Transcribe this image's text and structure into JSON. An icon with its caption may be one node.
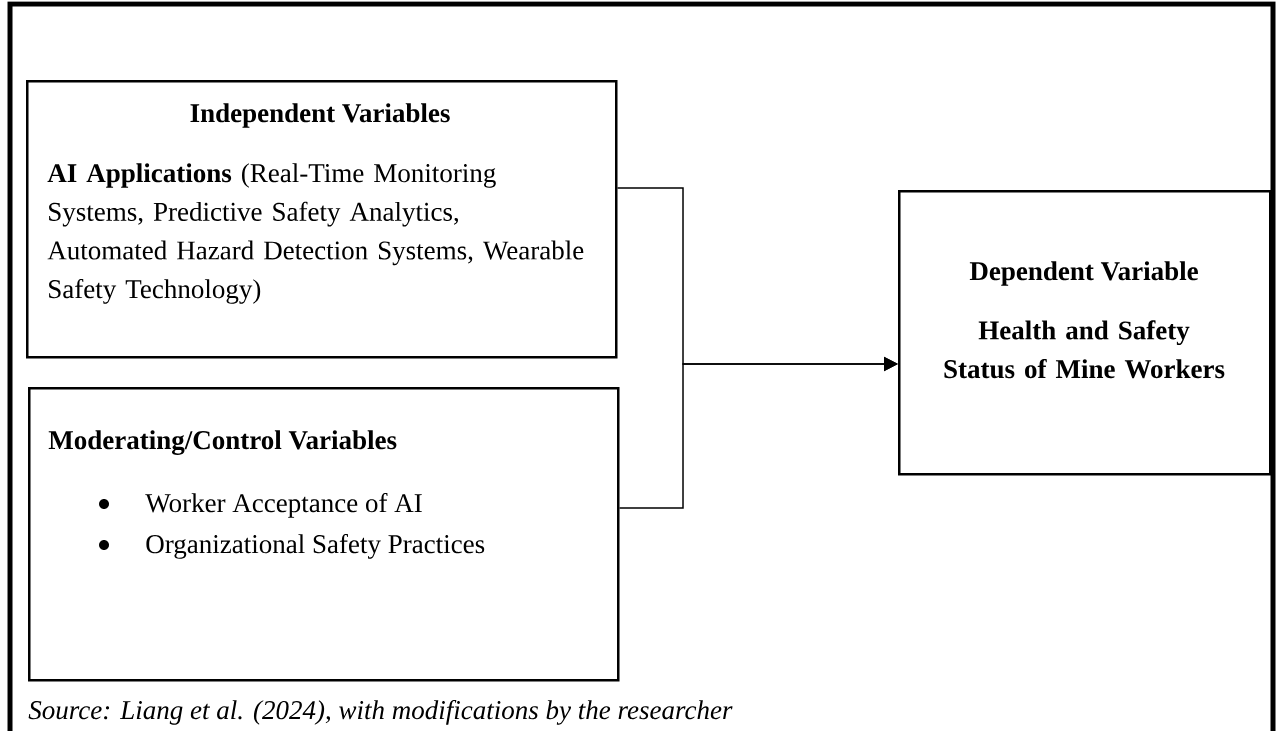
{
  "diagram": {
    "caption": "Source: Liang et al. (2024), with modifications by the researcher",
    "nodes": [
      {
        "text": [
          "Independent Variables",
          "**AI Applications** (Real-Time Monitoring Systems, Predictive Safety Analytics, Automated Hazard Detection Systems, Wearable Safety Technology)"
        ]
      },
      {
        "text": [
          "Moderating/Control Variables",
          "Worker Acceptance of AI",
          "Organizational Safety Practices"
        ]
      },
      {
        "text": [
          "Dependent Variable",
          "Health and Safety Status of Mine Workers"
        ]
      }
    ],
    "edges": [
      {
        "from": 0,
        "to": 2,
        "arrow": "to"
      },
      {
        "from": 1,
        "to": 2,
        "arrow": "to"
      }
    ]
  }
}
